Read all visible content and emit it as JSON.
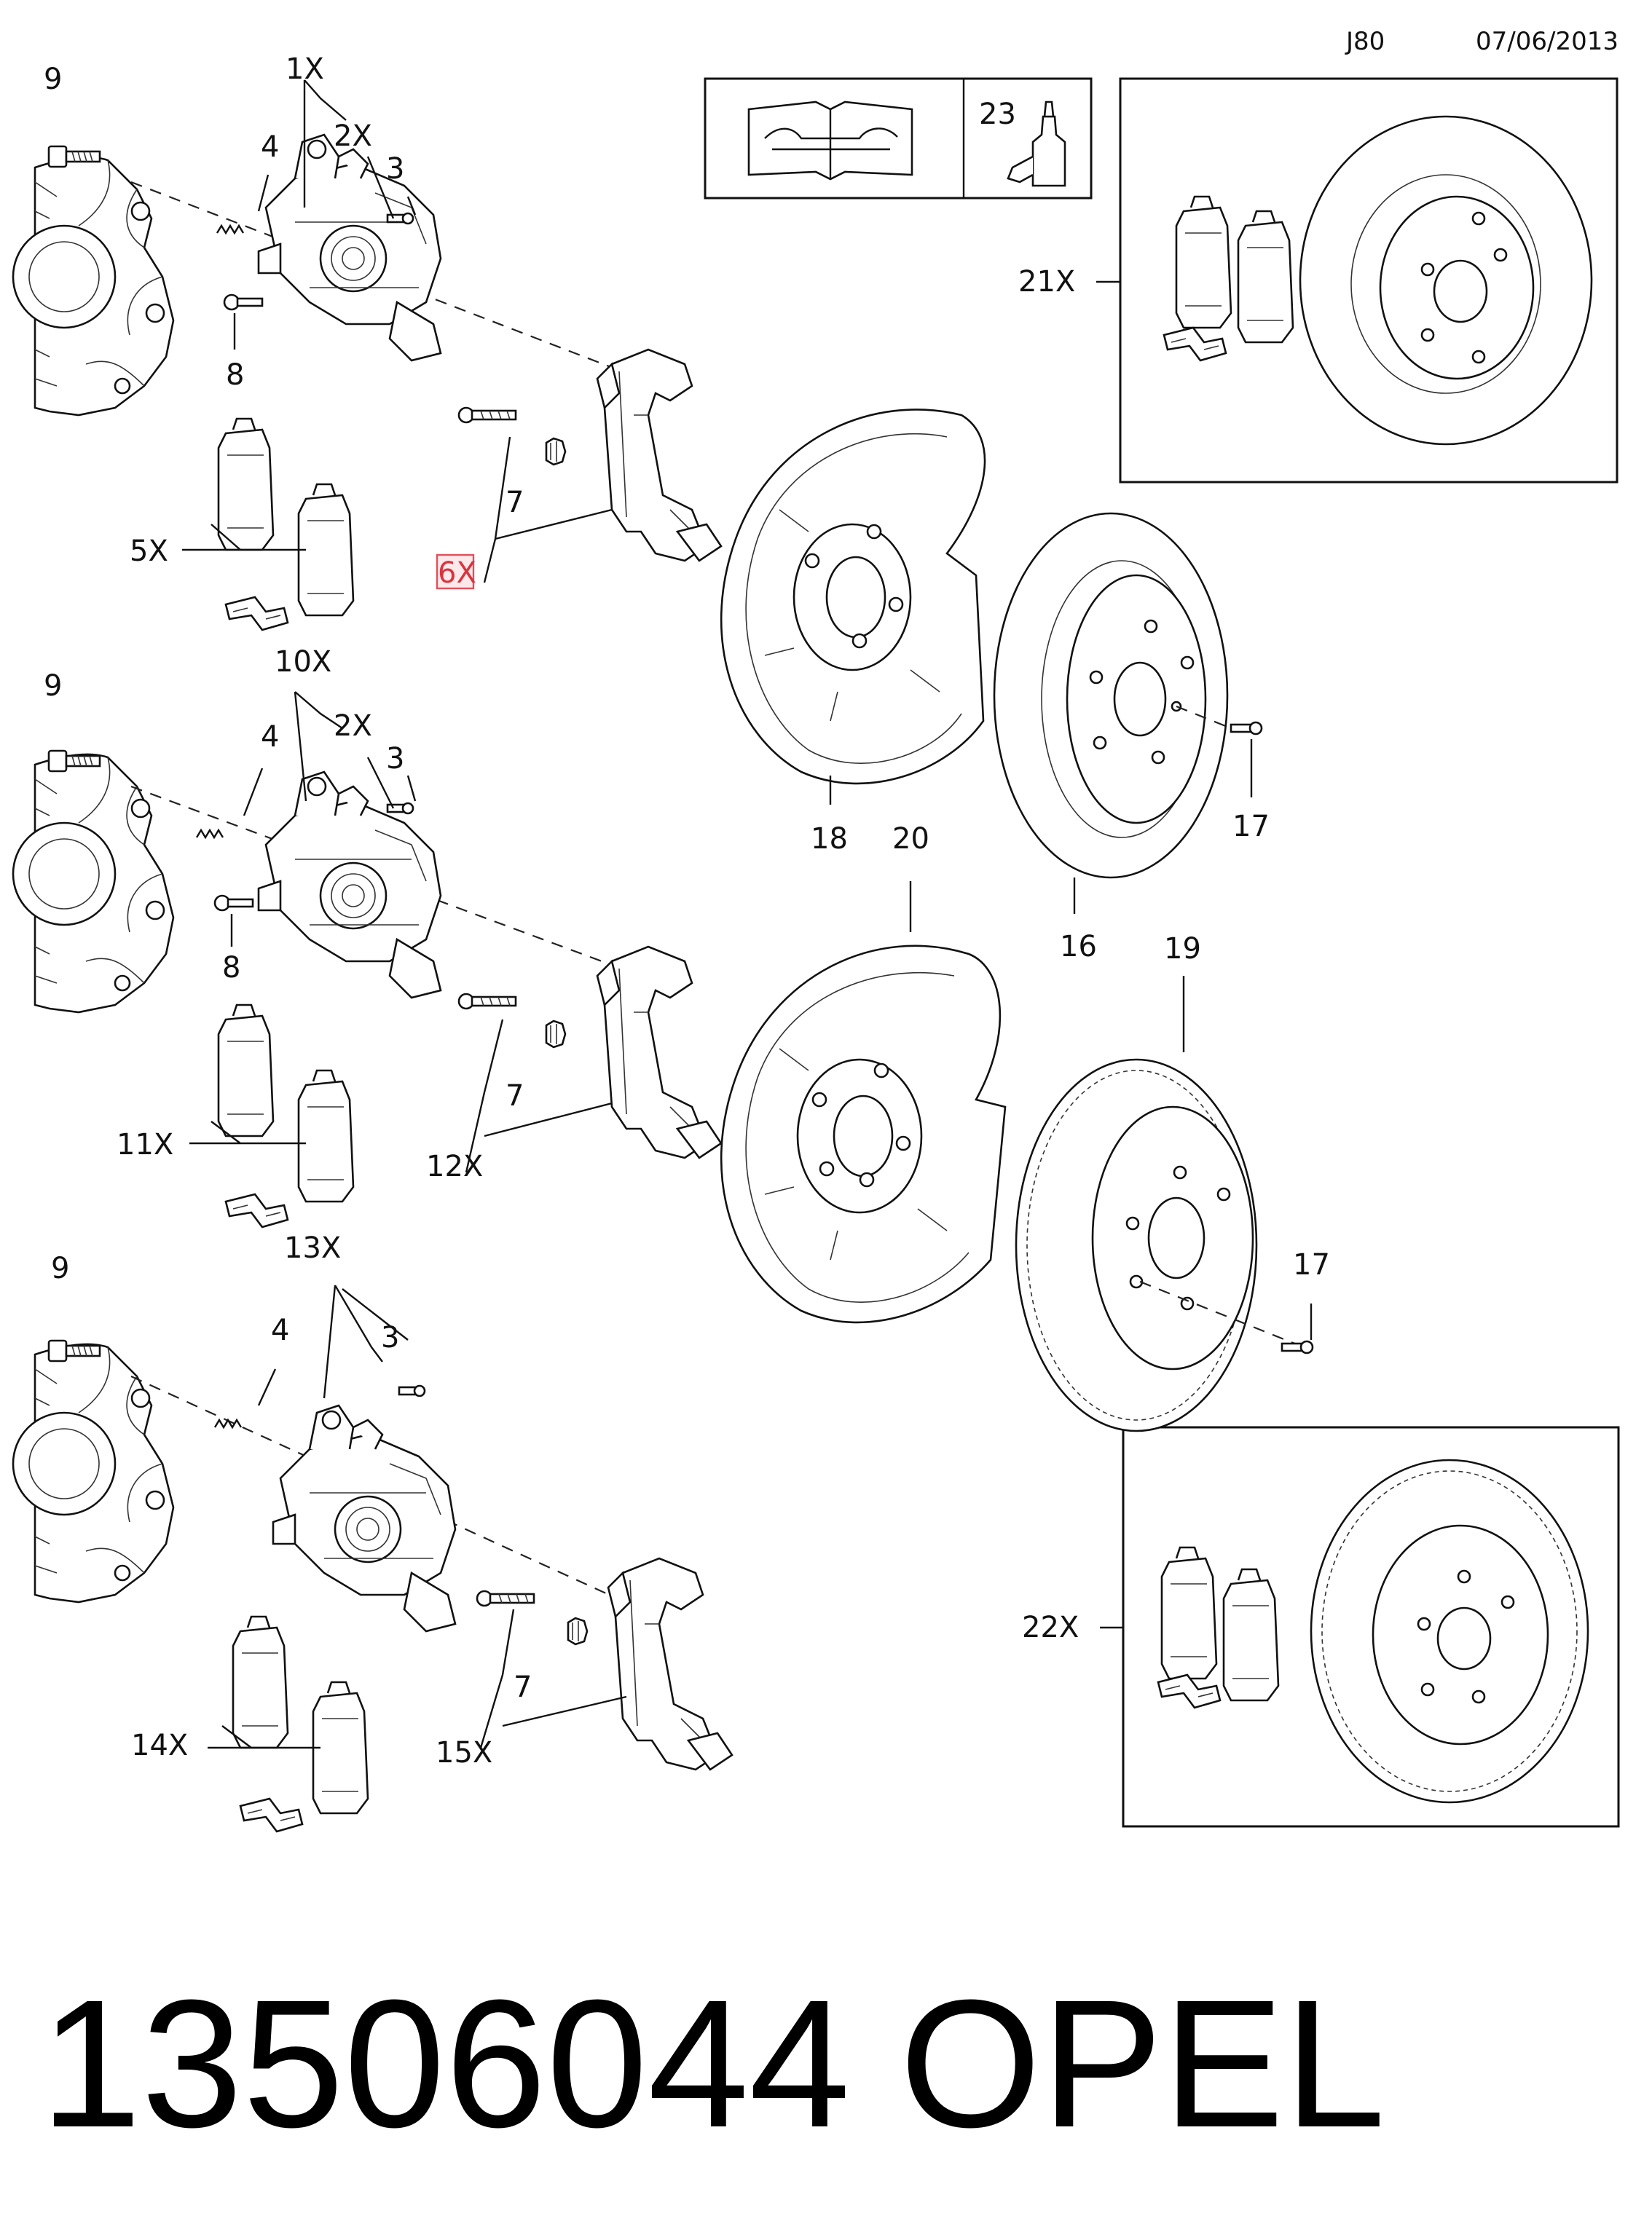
{
  "header": {
    "code": "J80",
    "date": "07/06/2013"
  },
  "footer": {
    "part_number": "13506044",
    "brand": "OPEL"
  },
  "legend": {
    "fluid_item": "23"
  },
  "labels": {
    "p1_9": "9",
    "p1_1x": "1X",
    "p1_4": "4",
    "p1_2x": "2X",
    "p1_3": "3",
    "p1_8": "8",
    "p1_7": "7",
    "p1_5x": "5X",
    "p1_6x": "6X",
    "p2_9": "9",
    "p2_10x": "10X",
    "p2_4": "4",
    "p2_2x": "2X",
    "p2_3": "3",
    "p2_8": "8",
    "p2_7": "7",
    "p2_11x": "11X",
    "p2_12x": "12X",
    "p3_9": "9",
    "p3_13x": "13X",
    "p3_4": "4",
    "p3_3": "3",
    "p3_7": "7",
    "p3_14x": "14X",
    "p3_15x": "15X",
    "l_18": "18",
    "l_20": "20",
    "l_16": "16",
    "l_17a": "17",
    "l_19": "19",
    "l_17b": "17",
    "l_21x": "21X",
    "l_22x": "22X"
  },
  "highlighted_callout": "6X",
  "colors": {
    "highlight": "#e0505a",
    "line": "#111111"
  }
}
